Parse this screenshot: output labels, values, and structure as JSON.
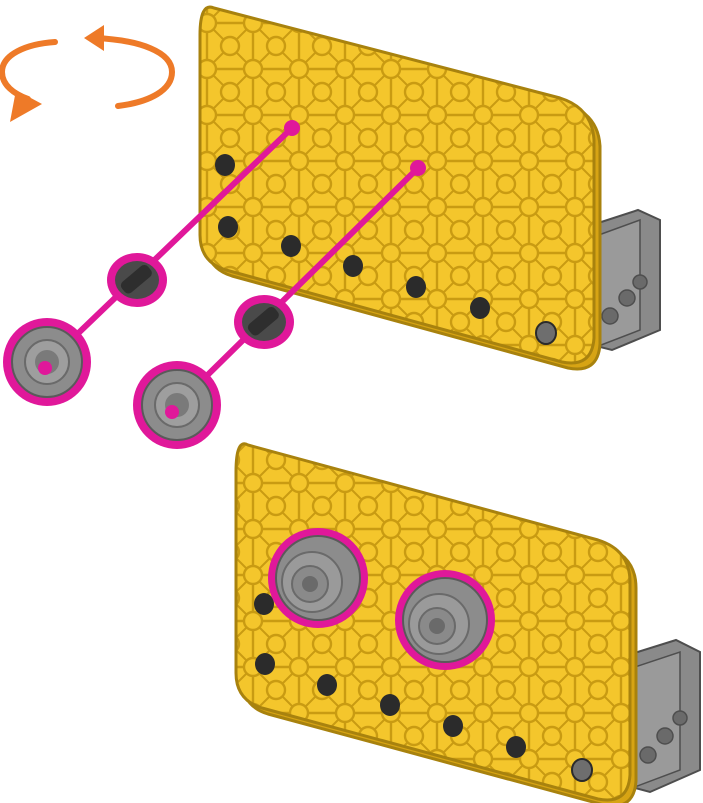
{
  "colors": {
    "plate_yellow": "#F4C62C",
    "plate_stroke": "#A8820E",
    "plate_shadow": "#D7A414",
    "plate_pattern": "#C99B12",
    "bracket_gray": "#8A8A8A",
    "bracket_dark": "#5E5E5E",
    "highlight_magenta": "#E0189A",
    "rotate_arrow_orange": "#EE7A28",
    "wheel_gray": "#8C8C8C",
    "hole_dark": "#2B2B2B"
  },
  "icons": {
    "rotate": "rotate-arrows-icon"
  },
  "steps": [
    {
      "name": "assembly-before",
      "plate_holes_bottom": 6,
      "axles": 2,
      "wheels": 2
    },
    {
      "name": "assembly-after",
      "plate_holes_bottom": 6,
      "wheels_mounted": 2
    }
  ]
}
